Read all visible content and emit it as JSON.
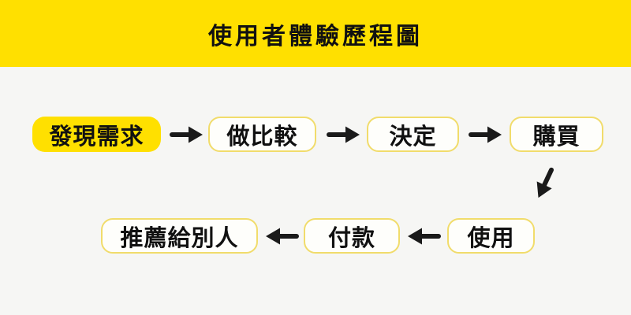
{
  "title": "使用者體驗歷程圖",
  "colors": {
    "banner_background": "#FFE000",
    "page_background": "#F6F6F4",
    "box_outline": "#F1DC6B",
    "box_fill": "#FEFEFB",
    "highlight_fill": "#FFE000",
    "text": "#111111",
    "arrow": "#1A1A1A"
  },
  "flow": {
    "row1": [
      {
        "label": "發現需求",
        "variant": "highlighted"
      },
      {
        "label": "做比較",
        "variant": "outline"
      },
      {
        "label": "決定",
        "variant": "outline"
      },
      {
        "label": "購買",
        "variant": "outline"
      }
    ],
    "row2": [
      {
        "label": "推薦給別人",
        "variant": "outline"
      },
      {
        "label": "付款",
        "variant": "outline"
      },
      {
        "label": "使用",
        "variant": "outline"
      }
    ],
    "sequence": [
      "發現需求",
      "做比較",
      "決定",
      "購買",
      "使用",
      "付款",
      "推薦給別人"
    ]
  }
}
